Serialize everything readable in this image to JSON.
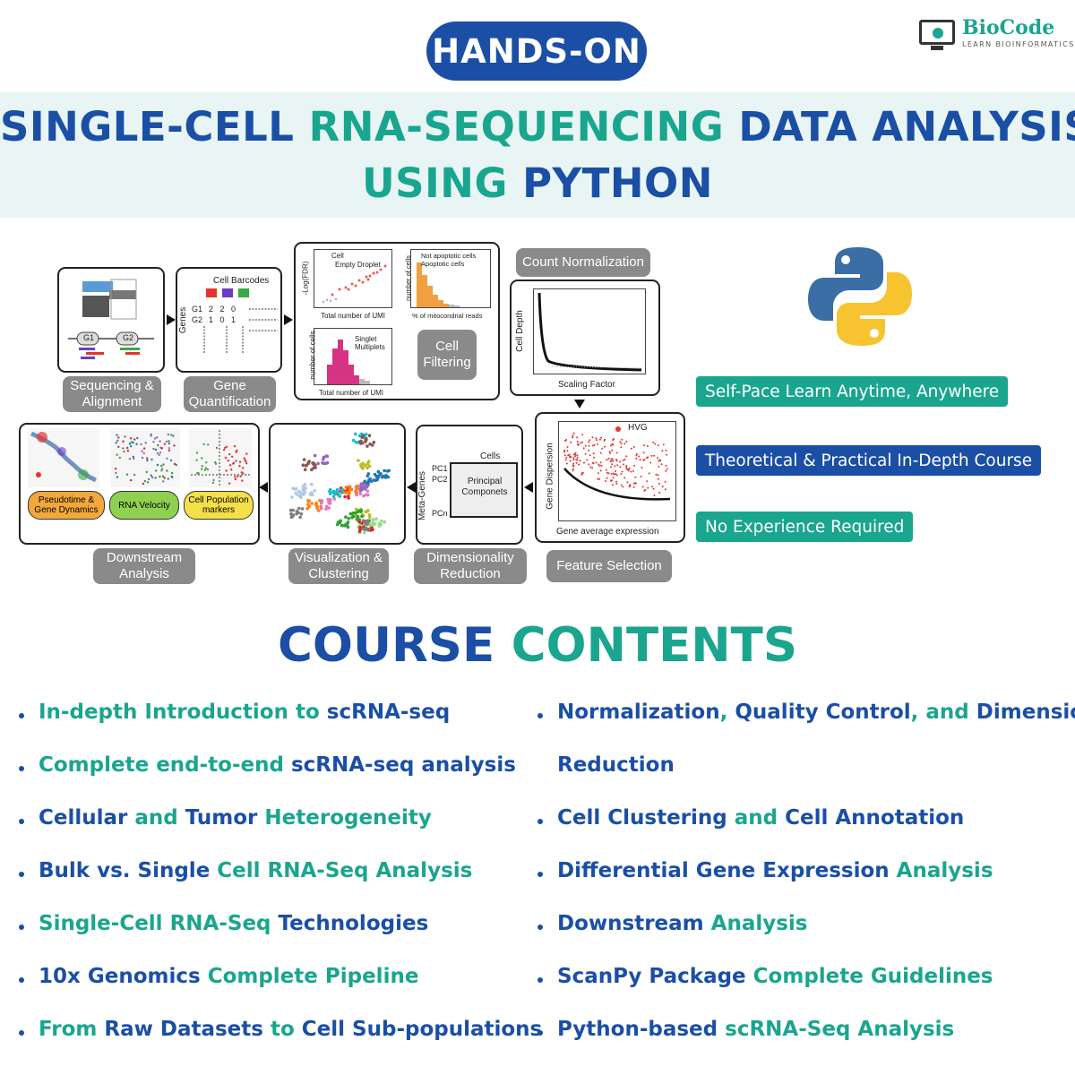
{
  "badge": "HANDS-ON",
  "logo": {
    "brand_bio": "Bio",
    "brand_code": "Code",
    "tagline": "LEARN BIOINFORMATICS"
  },
  "title": {
    "line1": [
      {
        "t": "SINGLE-CELL ",
        "c": "blue"
      },
      {
        "t": "RNA-SEQUENCING ",
        "c": "green"
      },
      {
        "t": "DATA ANALYSIS",
        "c": "blue"
      }
    ],
    "line2": [
      {
        "t": "USING ",
        "c": "green"
      },
      {
        "t": "PYTHON",
        "c": "blue"
      }
    ]
  },
  "diagram": {
    "steps": {
      "sequencing": "Sequencing & Alignment",
      "quantification": "Gene Quantification",
      "filtering": "Cell Filtering",
      "normalization": "Count Normalization",
      "feature_selection": "Feature Selection",
      "dim_reduction": "Dimensionality Reduction",
      "visualization": "Visualization & Clustering",
      "downstream": "Downstream Analysis"
    },
    "quant": {
      "cell_barcodes": "Cell Barcodes",
      "genes": "Genes",
      "g1": "G1",
      "g2": "G2",
      "row1": "2   2   0",
      "row2": "1   0   1"
    },
    "seq": {
      "g1": "G1",
      "g2": "G2"
    },
    "filter": {
      "plot1_ylabel": "-Log(FDR)",
      "plot1_xlabel": "Total number of UMI",
      "plot1_leg1": "Cell",
      "plot1_leg2": "Empty Droplet",
      "plot2_ylabel": "number of cells",
      "plot2_xlabel": "% of mitocondrial reads",
      "plot2_leg1": "Not apoptotic cells",
      "plot2_leg2": "Apoptotic cells",
      "plot3_ylabel": "number of cells",
      "plot3_xlabel": "Total number of UMI",
      "plot3_leg1": "Singlet",
      "plot3_leg2": "Multiplets"
    },
    "norm": {
      "ylabel": "Cell Depth",
      "xlabel": "Scaling Factor"
    },
    "feat": {
      "ylabel": "Gene Dispersion",
      "xlabel": "Gene average expression",
      "legend": "HVG"
    },
    "dim": {
      "cells": "Cells",
      "meta": "Meta-Genes",
      "pc1": "PC1",
      "pc2": "PC2",
      "pcn": "PCn",
      "box": "Principal Componets"
    },
    "down": {
      "pill1": "Pseudotime & Gene Dynamics",
      "pill2": "RNA Velocity",
      "pill3": "Cell Population markers"
    },
    "colors": {
      "pill1": "#f2a93b",
      "pill2": "#8fd14f",
      "pill3": "#f5e04a"
    }
  },
  "features": [
    {
      "label": "Self-Pace Learn Anytime, Anywhere",
      "color": "#1aa58f"
    },
    {
      "label": "Theoretical & Practical In-Depth Course",
      "color": "#1a4fa5"
    },
    {
      "label": "No Experience Required",
      "color": "#1aa58f"
    }
  ],
  "course": {
    "title": [
      {
        "t": "COURSE ",
        "c": "blue"
      },
      {
        "t": "CONTENTS",
        "c": "green"
      }
    ],
    "left": [
      [
        {
          "t": "In-depth Introduction to ",
          "c": "green"
        },
        {
          "t": "scRNA-seq",
          "c": "blue"
        }
      ],
      [
        {
          "t": "Complete end-to-end ",
          "c": "green"
        },
        {
          "t": "scRNA-seq analysis",
          "c": "blue"
        }
      ],
      [
        {
          "t": "Cellular ",
          "c": "blue"
        },
        {
          "t": "and ",
          "c": "green"
        },
        {
          "t": "Tumor ",
          "c": "blue"
        },
        {
          "t": "Heterogeneity",
          "c": "green"
        }
      ],
      [
        {
          "t": "Bulk vs. Single ",
          "c": "blue"
        },
        {
          "t": "Cell RNA-Seq Analysis",
          "c": "green"
        }
      ],
      [
        {
          "t": "Single-Cell RNA-Seq ",
          "c": "green"
        },
        {
          "t": "Technologies",
          "c": "blue"
        }
      ],
      [
        {
          "t": "10x Genomics ",
          "c": "blue"
        },
        {
          "t": "Complete Pipeline",
          "c": "green"
        }
      ],
      [
        {
          "t": "From ",
          "c": "green"
        },
        {
          "t": "Raw Datasets ",
          "c": "blue"
        },
        {
          "t": "to ",
          "c": "green"
        },
        {
          "t": "Cell Sub-populations",
          "c": "blue"
        }
      ]
    ],
    "right": [
      [
        {
          "t": "Normalization",
          "c": "blue"
        },
        {
          "t": ", ",
          "c": "green"
        },
        {
          "t": "Quality Control",
          "c": "blue"
        },
        {
          "t": ", and ",
          "c": "green"
        },
        {
          "t": "Dimension",
          "c": "blue"
        }
      ],
      [
        {
          "t": "Reduction",
          "c": "blue"
        }
      ],
      [
        {
          "t": "Cell Clustering ",
          "c": "blue"
        },
        {
          "t": "and ",
          "c": "green"
        },
        {
          "t": "Cell Annotation",
          "c": "blue"
        }
      ],
      [
        {
          "t": "Differential Gene Expression ",
          "c": "blue"
        },
        {
          "t": "Analysis",
          "c": "green"
        }
      ],
      [
        {
          "t": "Downstream ",
          "c": "blue"
        },
        {
          "t": "Analysis",
          "c": "green"
        }
      ],
      [
        {
          "t": "ScanPy Package ",
          "c": "blue"
        },
        {
          "t": "Complete Guidelines",
          "c": "green"
        }
      ],
      [
        {
          "t": "Python-based ",
          "c": "blue"
        },
        {
          "t": "scRNA-Seq Analysis",
          "c": "green"
        }
      ]
    ]
  }
}
